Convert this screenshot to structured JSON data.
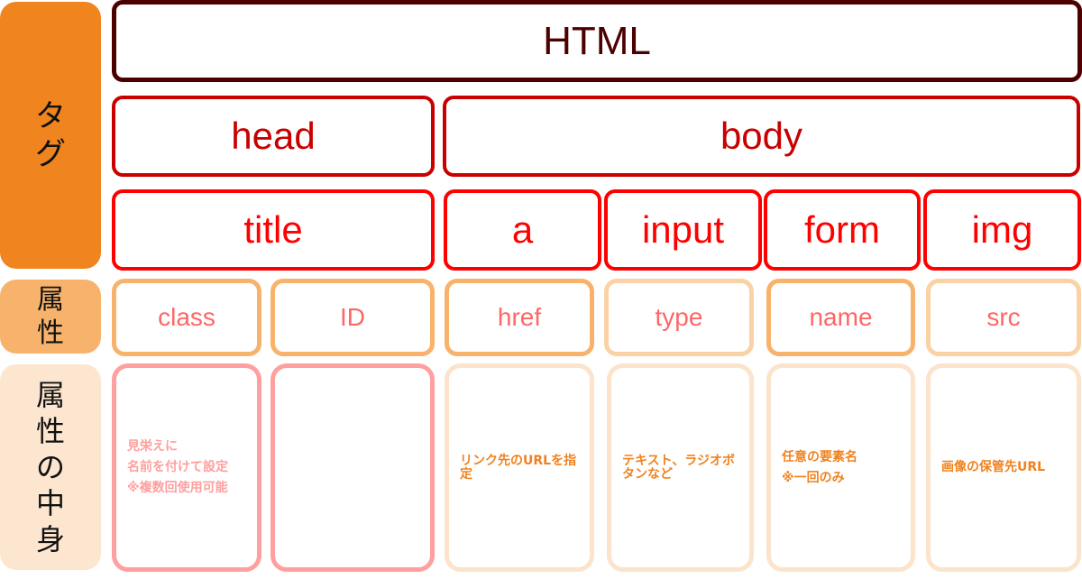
{
  "row_labels": {
    "tag": [
      "タ",
      "グ"
    ],
    "attribute": [
      "属",
      "性"
    ],
    "content": [
      "属",
      "性",
      "の",
      "中",
      "身"
    ]
  },
  "colors": {
    "tag_label_bg": "#f0841f",
    "attribute_label_bg": "#f7b36b",
    "content_label_bg": "#fde6cf",
    "html_border": "#4d0000",
    "level2_border": "#c80000",
    "level3_border": "#ff0000",
    "attribute_text": "#ff6666",
    "content_pink": "#ff9f9f",
    "content_orange": "#f0821e"
  },
  "tags": {
    "root": "HTML",
    "level2": [
      "head",
      "body"
    ],
    "level3": [
      "title",
      "a",
      "input",
      "form",
      "img"
    ]
  },
  "attributes": [
    "class",
    "ID",
    "href",
    "type",
    "name",
    "src"
  ],
  "contents": [
    {
      "lines": [
        "見栄えに",
        "名前を付けて設定",
        "※複数回使用可能"
      ]
    },
    {
      "lines": []
    },
    {
      "lines": [
        "リンク先のURLを指定"
      ]
    },
    {
      "lines": [
        "テキスト、ラジオボタンなど"
      ]
    },
    {
      "lines": [
        "任意の要素名",
        "※一回のみ"
      ]
    },
    {
      "lines": [
        "画像の保管先URL"
      ]
    }
  ]
}
